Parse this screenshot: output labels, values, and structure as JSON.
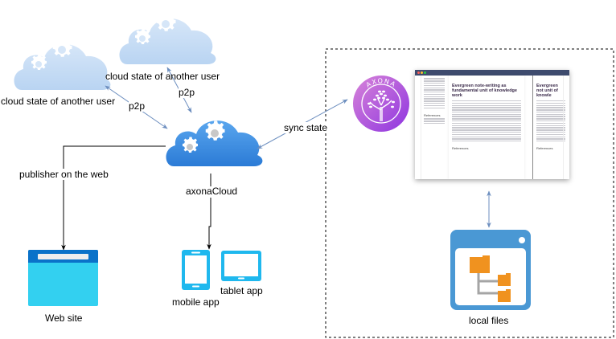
{
  "diagram": {
    "nodes": {
      "cloud_user_1": {
        "label": "cloud state of another user",
        "icon": "cloud-gears-icon"
      },
      "cloud_user_2": {
        "label": "cloud state of another user",
        "icon": "cloud-gears-icon"
      },
      "axona_cloud": {
        "label": "axonaCloud",
        "icon": "cloud-gears-icon"
      },
      "web_site": {
        "label": "Web site",
        "icon": "browser-window-icon"
      },
      "mobile_app": {
        "label": "mobile app",
        "icon": "smartphone-icon"
      },
      "tablet_app": {
        "label": "tablet app",
        "icon": "tablet-icon"
      },
      "axona_app": {
        "label": "AXONA",
        "icon": "axona-tree-logo-icon"
      },
      "local_files": {
        "label": "local files",
        "icon": "folder-tree-window-icon"
      }
    },
    "edges": [
      {
        "from": "axona_cloud",
        "to": "cloud_user_1",
        "label": "p2p",
        "style": "bidirectional"
      },
      {
        "from": "axona_cloud",
        "to": "cloud_user_2",
        "label": "p2p",
        "style": "bidirectional"
      },
      {
        "from": "axona_cloud",
        "to": "axona_app",
        "label": "sync state",
        "style": "bidirectional"
      },
      {
        "from": "axona_cloud",
        "to": "web_site",
        "label": "publisher on the web",
        "style": "directed"
      },
      {
        "from": "axona_cloud",
        "to": "mobile_app",
        "label": "",
        "style": "directed"
      },
      {
        "from": "axona_app",
        "to": "local_files",
        "label": "",
        "style": "bidirectional"
      }
    ],
    "local_group": {
      "style": "dashed",
      "contains": [
        "axona_app",
        "app_screenshot",
        "local_files"
      ]
    },
    "app_screenshot": {
      "note_title": "Evergreen note-writing as fundamental unit of knowledge work",
      "right_title": "Evergreen not unit of knowle",
      "references_label": "References"
    },
    "colors": {
      "light_cloud": "#c5dcf5",
      "main_cloud": "#3b8de0",
      "edge_blue": "#6c8ebf",
      "device_cyan": "#1fb8ee",
      "web_header": "#0a72c9",
      "web_body": "#33d0f0",
      "axona_purple": "#a44de0",
      "files_frame": "#4a98d4",
      "folder_orange": "#f0921f"
    }
  }
}
